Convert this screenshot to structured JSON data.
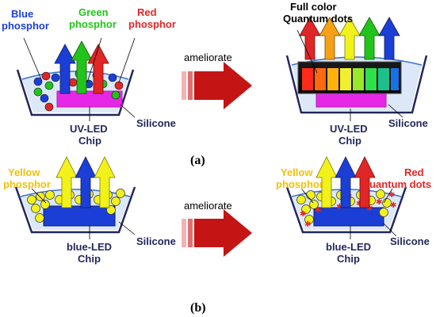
{
  "colors": {
    "blue": "#1b3fd6",
    "green": "#22c41b",
    "red": "#e02626",
    "yellow": "#f2f21a",
    "orange": "#f5a116",
    "magenta": "#e627e6",
    "silicone": "#dce8f7",
    "navy": "#22275c",
    "arrow": "#c41414"
  },
  "panel_a": {
    "tag": "(a)",
    "blue_phosphor": [
      "Blue",
      "phosphor"
    ],
    "green_phosphor": [
      "Green",
      "phosphor"
    ],
    "red_phosphor": [
      "Red",
      "phosphor"
    ],
    "uvled_left": [
      "UV-LED",
      "Chip"
    ],
    "silicone_left": "Silicone",
    "ameliorate": "ameliorate",
    "full_color": [
      "Full color",
      "Quantum dots"
    ],
    "uvled_right": [
      "UV-LED",
      "Chip"
    ],
    "silicone_right": "Silicone"
  },
  "panel_b": {
    "tag": "(b)",
    "yellow_left": [
      "Yellow",
      "phosphor"
    ],
    "blueled_left": [
      "blue-LED",
      "Chip"
    ],
    "silicone_left": "Silicone",
    "ameliorate": "ameliorate",
    "yellow_right": [
      "Yellow",
      "phosphor"
    ],
    "red_qd": [
      "Red",
      "Quantum dots"
    ],
    "blueled_right": [
      "blue-LED",
      "Chip"
    ],
    "silicone_right": "Silicone"
  }
}
